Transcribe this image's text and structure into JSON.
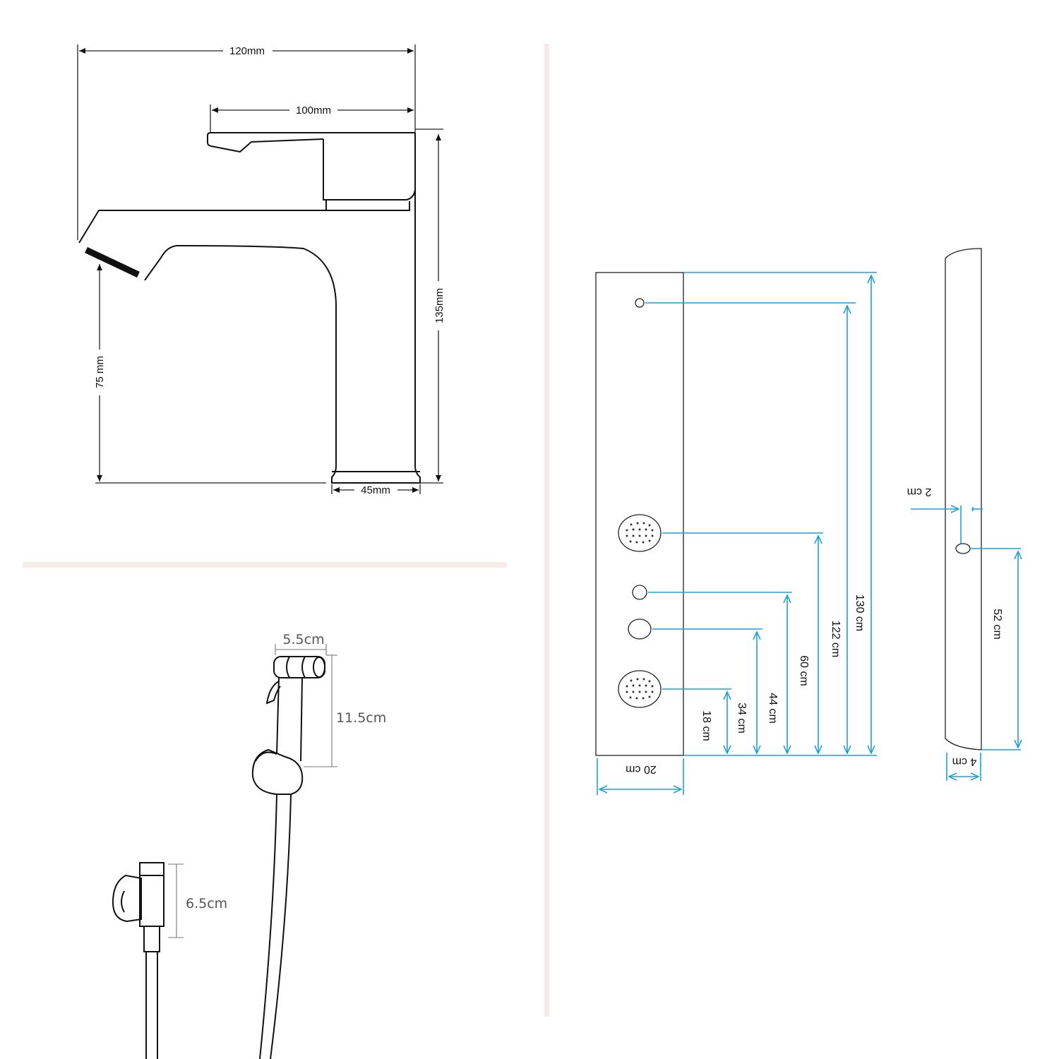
{
  "faucet": {
    "width_total": "120mm",
    "width_handle": "100mm",
    "height_total": "135mm",
    "spout_height": "75 mm",
    "base_width": "45mm"
  },
  "bidet_sprayer": {
    "head_width": "5.5cm",
    "handle_height": "11.5cm",
    "valve_height": "6.5cm"
  },
  "shower_panel": {
    "front": {
      "width": "20 cm",
      "total_height": "130 cm",
      "top_outlet_height": "122 cm",
      "upper_jet_height": "60 cm",
      "knob_upper_height": "44 cm",
      "knob_lower_height": "34 cm",
      "lower_jet_height": "18 cm"
    },
    "side": {
      "depth": "4 cm",
      "outlet_offset": "2 cm",
      "outlet_height": "52 cm"
    }
  },
  "colors": {
    "outline": "#111111",
    "dimension_blue": "#1fa0d8",
    "divider": "#f3ecea"
  }
}
